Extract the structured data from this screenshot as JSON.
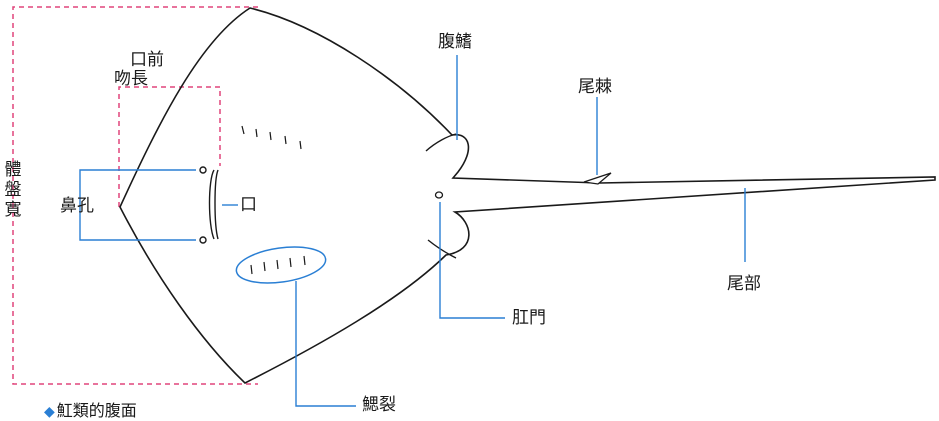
{
  "caption": {
    "marker": "◆",
    "text": "魟類的腹面"
  },
  "labels": {
    "disc_width": "體盤寬",
    "preoral_length_line1": "口前",
    "preoral_length_line2": "吻長",
    "nostril": "鼻孔",
    "mouth": "口",
    "pelvic_fin": "腹鰭",
    "tail_spine": "尾棘",
    "tail": "尾部",
    "anus": "肛門",
    "gill_slits": "鰓裂"
  },
  "colors": {
    "outline": "#1a1a1a",
    "leader_line": "#2a7fd4",
    "dashed_guide": "#e0457b"
  }
}
